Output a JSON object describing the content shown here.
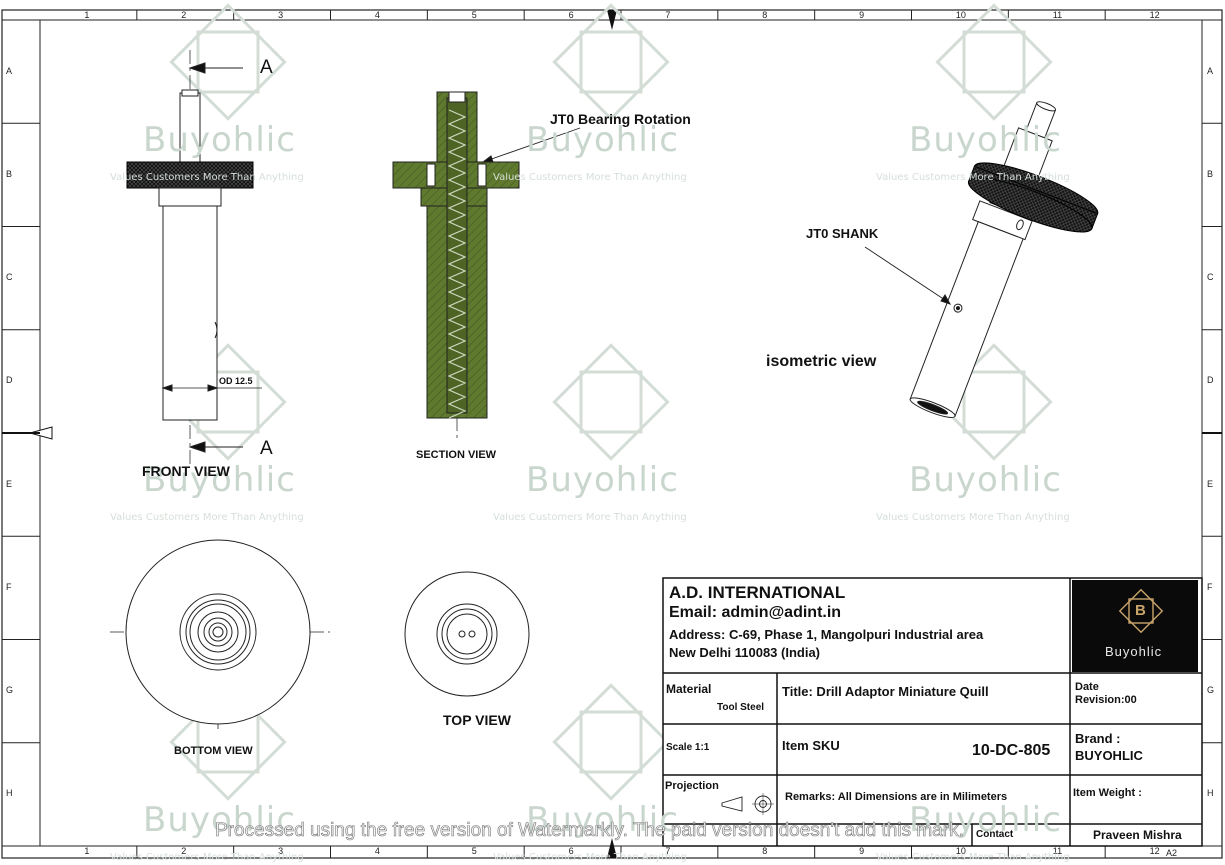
{
  "sheet": {
    "zones_top": [
      "1",
      "2",
      "3",
      "4",
      "5",
      "6",
      "7",
      "8",
      "9",
      "10",
      "11",
      "12"
    ],
    "zones_side": [
      "A",
      "B",
      "C",
      "D",
      "E",
      "F",
      "G",
      "H"
    ],
    "sheet_size": "A2"
  },
  "watermark": {
    "brand": "Buyohlic",
    "tagline": "Values Customers More Than Anything",
    "banner": "Processed using the free version of Watermarkly. The paid version doesn't add this mark."
  },
  "views": {
    "front": "FRONT VIEW",
    "section": "SECTION VIEW",
    "isometric": "isometric view",
    "bottom": "BOTTOM VIEW",
    "top": "TOP VIEW"
  },
  "annotations": {
    "section_mark": "A",
    "od_label": "OD  12.5",
    "bearing": "JT0 Bearing Rotation",
    "shank": "JT0 SHANK"
  },
  "title_block": {
    "company": "A.D. INTERNATIONAL",
    "email": "Email: admin@adint.in",
    "address1": "Address: C-69, Phase 1, Mangolpuri Industrial area",
    "address2": "New Delhi 110083 (India)",
    "logo_text": "Buyohlic",
    "logo_letter": "B",
    "material_label": "Material",
    "material_value": "Tool Steel",
    "title": "Title: Drill Adaptor Miniature Quill",
    "date_label": "Date",
    "revision": "Revision:00",
    "scale": "Scale 1:1",
    "item_sku_label": "Item SKU",
    "item_sku_value": "10-DC-805",
    "brand_label": "Brand :",
    "brand_value": "BUYOHLIC",
    "projection_label": "Projection",
    "remarks": "Remarks: All Dimensions are in Milimeters",
    "item_weight_label": "Item Weight :",
    "contact_label": "Contact",
    "author": "Praveen Mishra"
  },
  "colors": {
    "section_fill": "#5f7a2e",
    "logo_bg": "#0a0a0a",
    "logo_gold": "#c9a46a",
    "watermark": "#c9d6cd"
  }
}
